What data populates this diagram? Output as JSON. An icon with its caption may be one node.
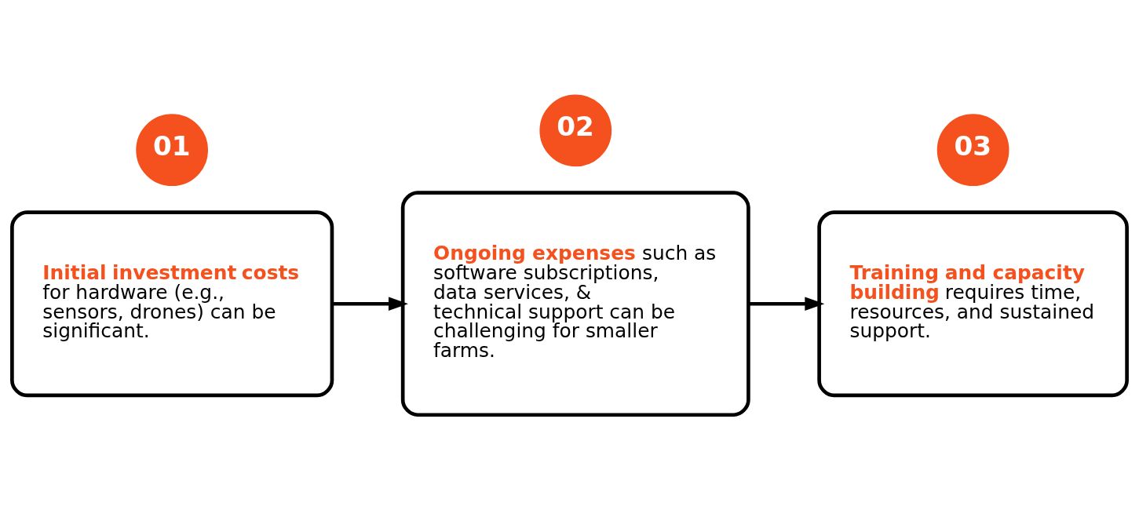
{
  "diagram": {
    "nodes": [
      {
        "text": [
          "01"
        ]
      },
      {
        "text": [
          "**Initial investment costs** for hardware (e.g., sensors, drones) can be significant."
        ]
      },
      {
        "text": [
          "02"
        ]
      },
      {
        "text": [
          "**Ongoing expenses** such as software subscriptions, data services, & technical support can be challenging for smaller farms."
        ]
      },
      {
        "text": [
          "03"
        ]
      },
      {
        "text": [
          "**Training and capacity building** requires time, resources, and sustained support."
        ]
      }
    ],
    "edges": [
      {
        "from": 1,
        "to": 3,
        "arrow": "to"
      },
      {
        "from": 3,
        "to": 5,
        "arrow": "to"
      }
    ]
  }
}
